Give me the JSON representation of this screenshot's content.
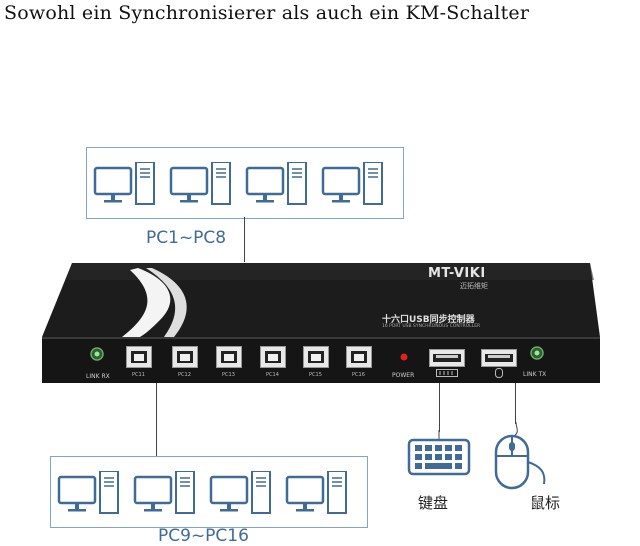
{
  "headline": "Sowohl ein Synchronisierer als auch ein KM-Schalter",
  "top_group": {
    "caption": "PC1~PC8",
    "computers": 4
  },
  "bottom_group": {
    "caption": "PC9~PC16",
    "computers": 4
  },
  "device": {
    "brand": "MT-VIKI",
    "brand_sub": "迈拓维矩",
    "model_cn": "十六口USB同步控制器",
    "model_en": "16 PORT USB SYNCHRONOUS CONTROLLER",
    "port_labels": [
      "PC11",
      "PC12",
      "PC13",
      "PC14",
      "PC15",
      "PC16"
    ],
    "link_rx": "LINK RX",
    "link_tx": "LINK TX",
    "power": "POWER"
  },
  "peripherals": {
    "keyboard": "键盘",
    "mouse": "鼠标"
  },
  "colors": {
    "frame": "#7fa6c9",
    "caption": "#3f6b96",
    "device_body": "#151515"
  }
}
